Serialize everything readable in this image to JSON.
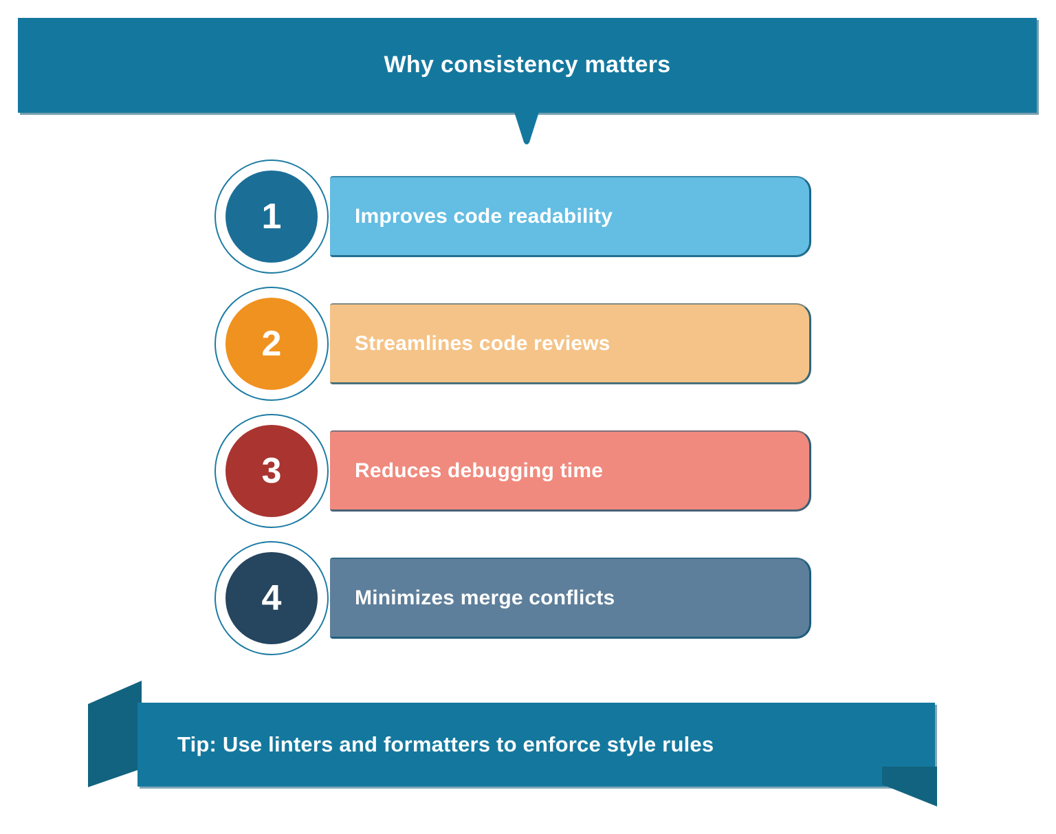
{
  "header": {
    "title": "Why consistency matters",
    "background_color": "#14789e",
    "text_color": "#ffffff",
    "pointer_icon": "down-arrow-pointer-icon"
  },
  "steps": [
    {
      "number": "1",
      "label": "Improves code readability",
      "circle_color": "#1b6f97",
      "bar_color": "#64bde2",
      "ring_color": "#ffffff",
      "ring_outline_color": "#1c7ba3"
    },
    {
      "number": "2",
      "label": "Streamlines code reviews",
      "circle_color": "#f0921f",
      "bar_color": "#f5c387",
      "ring_color": "#ffffff",
      "ring_outline_color": "#1c7ba3"
    },
    {
      "number": "3",
      "label": "Reduces debugging time",
      "circle_color": "#a93430",
      "bar_color": "#f08a7e",
      "ring_color": "#ffffff",
      "ring_outline_color": "#1c7ba3"
    },
    {
      "number": "4",
      "label": "Minimizes merge conflicts",
      "circle_color": "#26455e",
      "bar_color": "#5e7f9b",
      "ring_color": "#ffffff",
      "ring_outline_color": "#1c7ba3"
    }
  ],
  "tip": {
    "text": "Tip: Use linters and formatters to enforce style rules",
    "ribbon_color": "#14789e",
    "fold_color": "#12637f",
    "text_color": "#ffffff",
    "ribbon_icon": "ribbon-banner-icon"
  },
  "canvas": {
    "background_color": "#ffffff"
  }
}
